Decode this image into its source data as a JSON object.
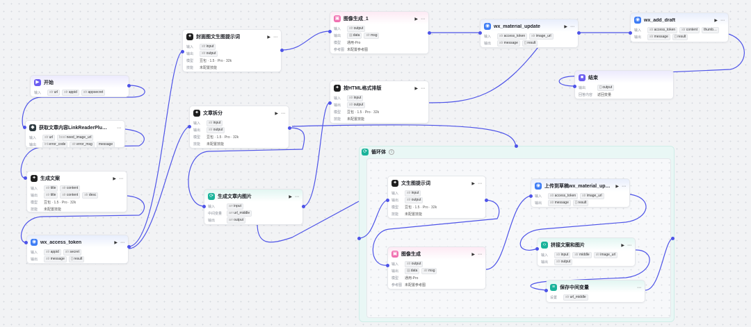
{
  "labels": {
    "in": "输入",
    "out": "输出",
    "model": "模型",
    "skill": "技能",
    "ref": "参考图",
    "mid": "中间变量",
    "return": "回答内容",
    "set": "设置"
  },
  "values": {
    "unconfigured_skill": "未配置技能",
    "unconfigured_ref": "未配置参考图",
    "model_doubao": "豆包 · 1.5 · Pro · 32k",
    "model_general": "通用-Pro",
    "return_var": "返回变量"
  },
  "nodes": {
    "start": {
      "title": "开始",
      "inputs": [
        "url",
        "appid",
        "appsecret"
      ]
    },
    "link_reader": {
      "title": "获取文章内容LinkReaderPlu…",
      "inputs": [
        "url",
        "need_image_url"
      ],
      "outputs": [
        "error_code",
        "error_msg",
        "message"
      ]
    },
    "gen_copy": {
      "title": "生成文案",
      "inputs": [
        "title",
        "content"
      ],
      "outputs": [
        "title",
        "content",
        "desc"
      ]
    },
    "access_token": {
      "title": "wx_access_token",
      "inputs": [
        "appid",
        "secret"
      ],
      "outputs": [
        "message",
        "result"
      ]
    },
    "cover_prompt": {
      "title": "封面图文生图提示词",
      "inputs": [
        "input"
      ],
      "outputs": [
        "output"
      ]
    },
    "split": {
      "title": "文章拆分",
      "inputs": [
        "input"
      ],
      "outputs": [
        "output"
      ]
    },
    "gen_images": {
      "title": "生成文章内图片",
      "inputs": [
        "input"
      ],
      "mids": [
        "url_middle"
      ],
      "outputs": [
        "output"
      ]
    },
    "image_gen_1": {
      "title": "图像生成_1",
      "inputs": [
        "output"
      ],
      "outputs": [
        "data",
        "msg"
      ]
    },
    "html_layout": {
      "title": "按HTML格式排版",
      "inputs": [
        "input"
      ],
      "outputs": [
        "output"
      ]
    },
    "material_update": {
      "title": "wx_material_update",
      "inputs": [
        "access_token",
        "image_url"
      ],
      "outputs": [
        "message",
        "result"
      ]
    },
    "add_draft": {
      "title": "wx_add_draft",
      "inputs": [
        "access_token",
        "content",
        "thumb…"
      ],
      "outputs": [
        "message",
        "result"
      ]
    },
    "end": {
      "title": "结束",
      "outputs": [
        "output"
      ]
    },
    "loop": {
      "title": "循环体"
    },
    "t2i_prompt": {
      "title": "文生图提示词",
      "inputs": [
        "input"
      ],
      "outputs": [
        "output"
      ]
    },
    "image_gen": {
      "title": "图像生成",
      "inputs": [
        "output"
      ],
      "outputs": [
        "data",
        "msg"
      ]
    },
    "upload_img": {
      "title": "上传到草稿wx_material_up…",
      "inputs": [
        "access_token",
        "image_url"
      ],
      "outputs": [
        "message",
        "result"
      ]
    },
    "concat": {
      "title": "拼接文案和图片",
      "inputs": [
        "input",
        "middle",
        "image_url"
      ],
      "outputs": [
        "output"
      ]
    },
    "save_var": {
      "title": "保存中间变量",
      "sets": [
        "url_middle"
      ]
    }
  }
}
